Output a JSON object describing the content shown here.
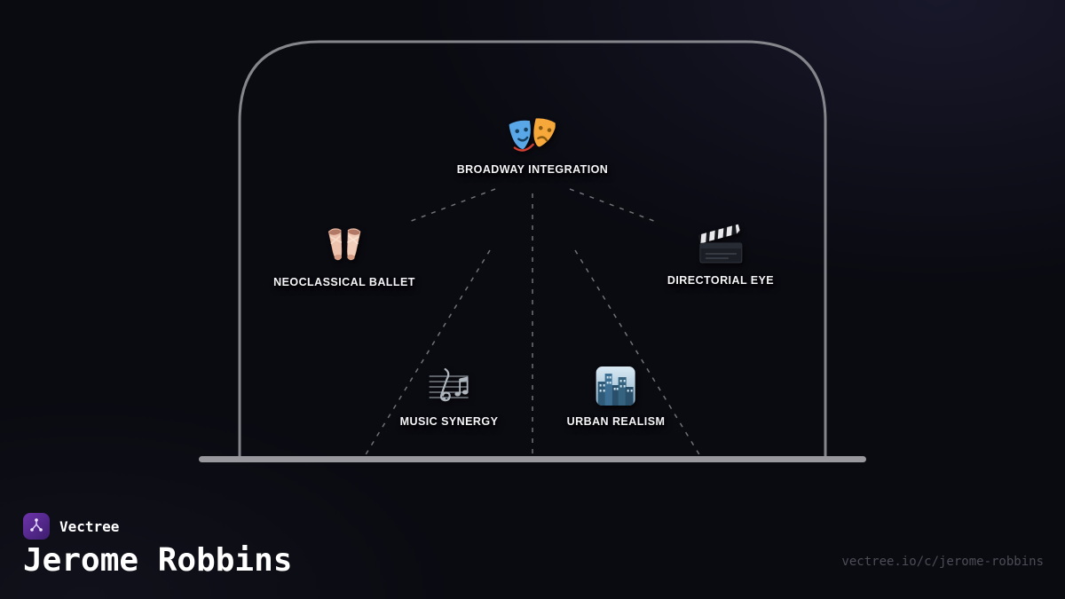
{
  "brand": {
    "name": "Vectree",
    "logo_icon": "vectree-logo-icon",
    "logo_color": "#5b2d91"
  },
  "page": {
    "title": "Jerome Robbins",
    "url": "vectree.io/c/jerome-robbins"
  },
  "tree": {
    "root": {
      "label": "BROADWAY INTEGRATION",
      "icon": "theater-masks-icon"
    },
    "nodes": [
      {
        "label": "NEOCLASSICAL BALLET",
        "icon": "ballet-shoes-icon"
      },
      {
        "label": "DIRECTORIAL EYE",
        "icon": "clapperboard-icon"
      },
      {
        "label": "MUSIC SYNERGY",
        "icon": "musical-score-icon"
      },
      {
        "label": "URBAN REALISM",
        "icon": "cityscape-icon"
      }
    ]
  },
  "colors": {
    "background": "#0a0a11",
    "arch_stroke": "#85858c",
    "ground_bar": "#98989d",
    "connector": "#71717a",
    "label_text": "#f5f5f7",
    "mask_blue": "#5aa7e8",
    "mask_orange": "#f6a83b",
    "ballet_pink": "#eec3ae",
    "city_blue": "#3c6f93",
    "logo_purple": "#5b2d91",
    "url_gray": "#4d4d57"
  }
}
